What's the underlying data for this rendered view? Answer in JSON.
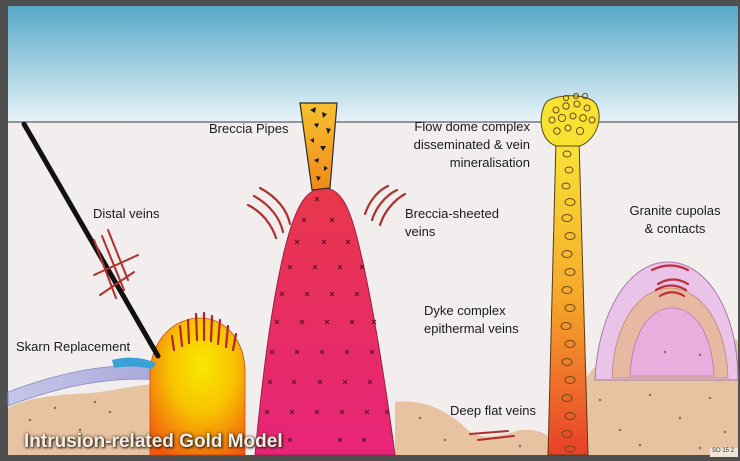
{
  "diagram": {
    "title": "Intrusion-related Gold Model",
    "reference_tag": "SO 15 2",
    "labels": {
      "breccia_pipes": "Breccia Pipes",
      "flow_dome": "Flow dome complex\ndisseminated & vein\nmineralisation",
      "distal_veins": "Distal veins",
      "breccia_sheeted": "Breccia-sheeted\nveins",
      "granite_cupolas": "Granite cupolas\n& contacts",
      "skarn_replacement": "Skarn Replacement",
      "dyke_complex": "Dyke complex\nepithermal veins",
      "deep_flat_veins": "Deep flat veins"
    },
    "colors": {
      "sky_top": "#57a8c8",
      "sky_bottom": "#e8f4f8",
      "ground": "#f2eeee",
      "hills": "#e8c3a2",
      "intrusion_top": "#e83a50",
      "intrusion_bottom": "#e8247a",
      "stock_core": "#f5e200",
      "stock_rim": "#f57a10",
      "dyke_top": "#f5e23a",
      "dyke_bottom": "#e8452a",
      "breccia_fill": "#f5a020",
      "cupola_outer": "#e9c4e8",
      "cupola_inner": "#e8b9a2",
      "skarn": "#b6b6e0",
      "veins": "#b03030"
    }
  }
}
